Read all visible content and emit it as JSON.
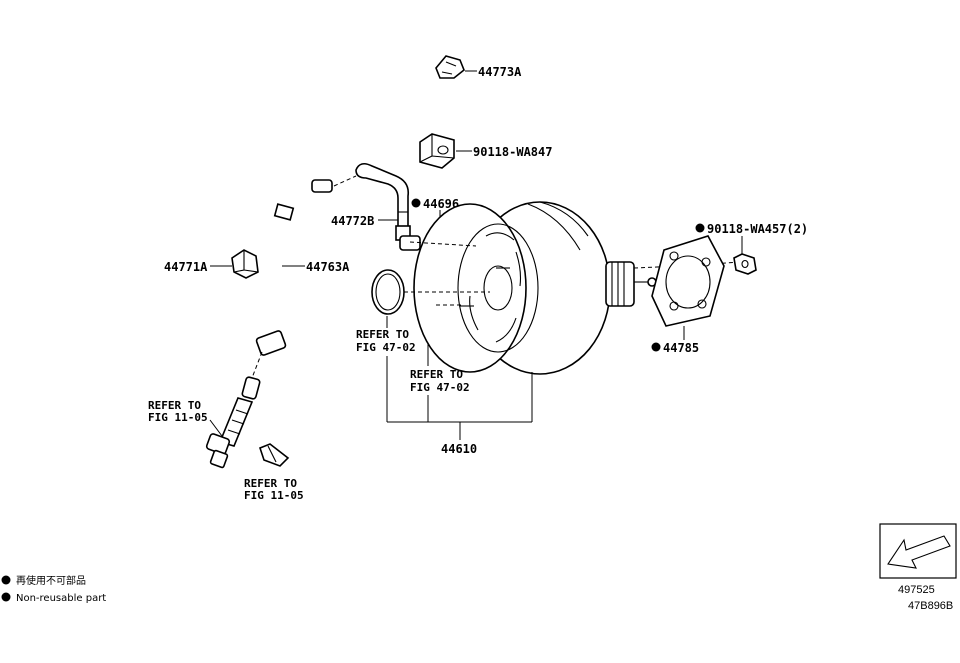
{
  "labels": {
    "p44773a": "44773A",
    "p90118_wa847": "90118-WA847",
    "p44696": "44696",
    "p44772b": "44772B",
    "p44771a": "44771A",
    "p44763a": "44763A",
    "p90118_wa457": "90118-WA457(2)",
    "p44785": "44785",
    "p44610": "44610"
  },
  "refs": {
    "ref1_line1": "REFER TO",
    "ref1_line2": "FIG 47-02",
    "ref2_line1": "REFER TO",
    "ref2_line2": "FIG 47-02",
    "ref3_line1": "REFER TO",
    "ref3_line2": "FIG 11-05",
    "ref4_line1": "REFER TO",
    "ref4_line2": "FIG 11-05"
  },
  "legend": {
    "japanese": "再使用不可部品",
    "english": "Non-reusable part"
  },
  "codes": {
    "figure_number": "497525",
    "diagram_id": "47B896B"
  }
}
